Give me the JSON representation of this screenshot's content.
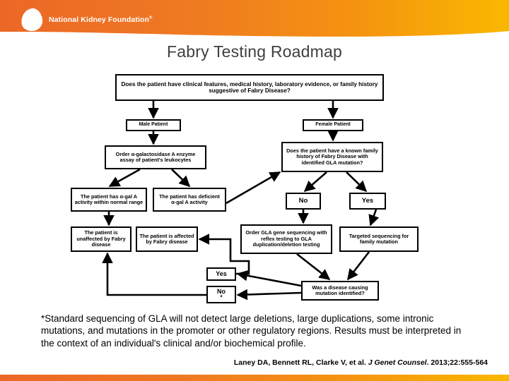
{
  "header": {
    "logo_icon": "kidney-bean-icon",
    "org_name": "National Kidney Foundation",
    "registered_mark": "®",
    "gradient_start": "#ec6726",
    "gradient_end": "#f9b800"
  },
  "title": "Fabry Testing Roadmap",
  "flowchart": {
    "nodes": {
      "root": "Does the patient have clinical features, medical history, laboratory  evidence,  or family history suggestive of Fabry Disease?",
      "male_patient": "Male Patient",
      "female_patient": "Female Patient",
      "order_enzyme_assay": "Order α-galactosidase A enzyme assay of patient's leukocytes",
      "known_family_history": "Does the patient have a known family history of Fabry Disease with identified GLA mutation?",
      "activity_normal": "The patient has α-gal A activity within normal range",
      "activity_deficient": "The patient has deficient  α-gal A activity",
      "fh_no": "No",
      "fh_yes": "Yes",
      "unaffected": "The patient is unaffected by Fabry disease",
      "affected": "The patient is affected by Fabry disease",
      "order_gla_sequencing": "Order GLA gene sequencing with reflex testing to GLA duplication/deletion testing",
      "targeted_sequencing": "Targeted sequencing for family mutation",
      "mutation_yes": "Yes",
      "mutation_no": "No",
      "mutation_no_asterisk": "*",
      "disease_causing_question": "Was a disease causing mutation identified?"
    }
  },
  "footnote": "*Standard sequencing of GLA will not detect large deletions, large duplications, some intronic mutations, and mutations  in the promoter or other regulatory regions. Results must be  interpreted in the context of an individual's clinical and/or biochemical profile.",
  "citation": {
    "authors": "Laney DA, Bennett RL, Clarke V, et al. ",
    "journal": "J Genet Counsel",
    "details": ". 2013;22:555-564"
  }
}
